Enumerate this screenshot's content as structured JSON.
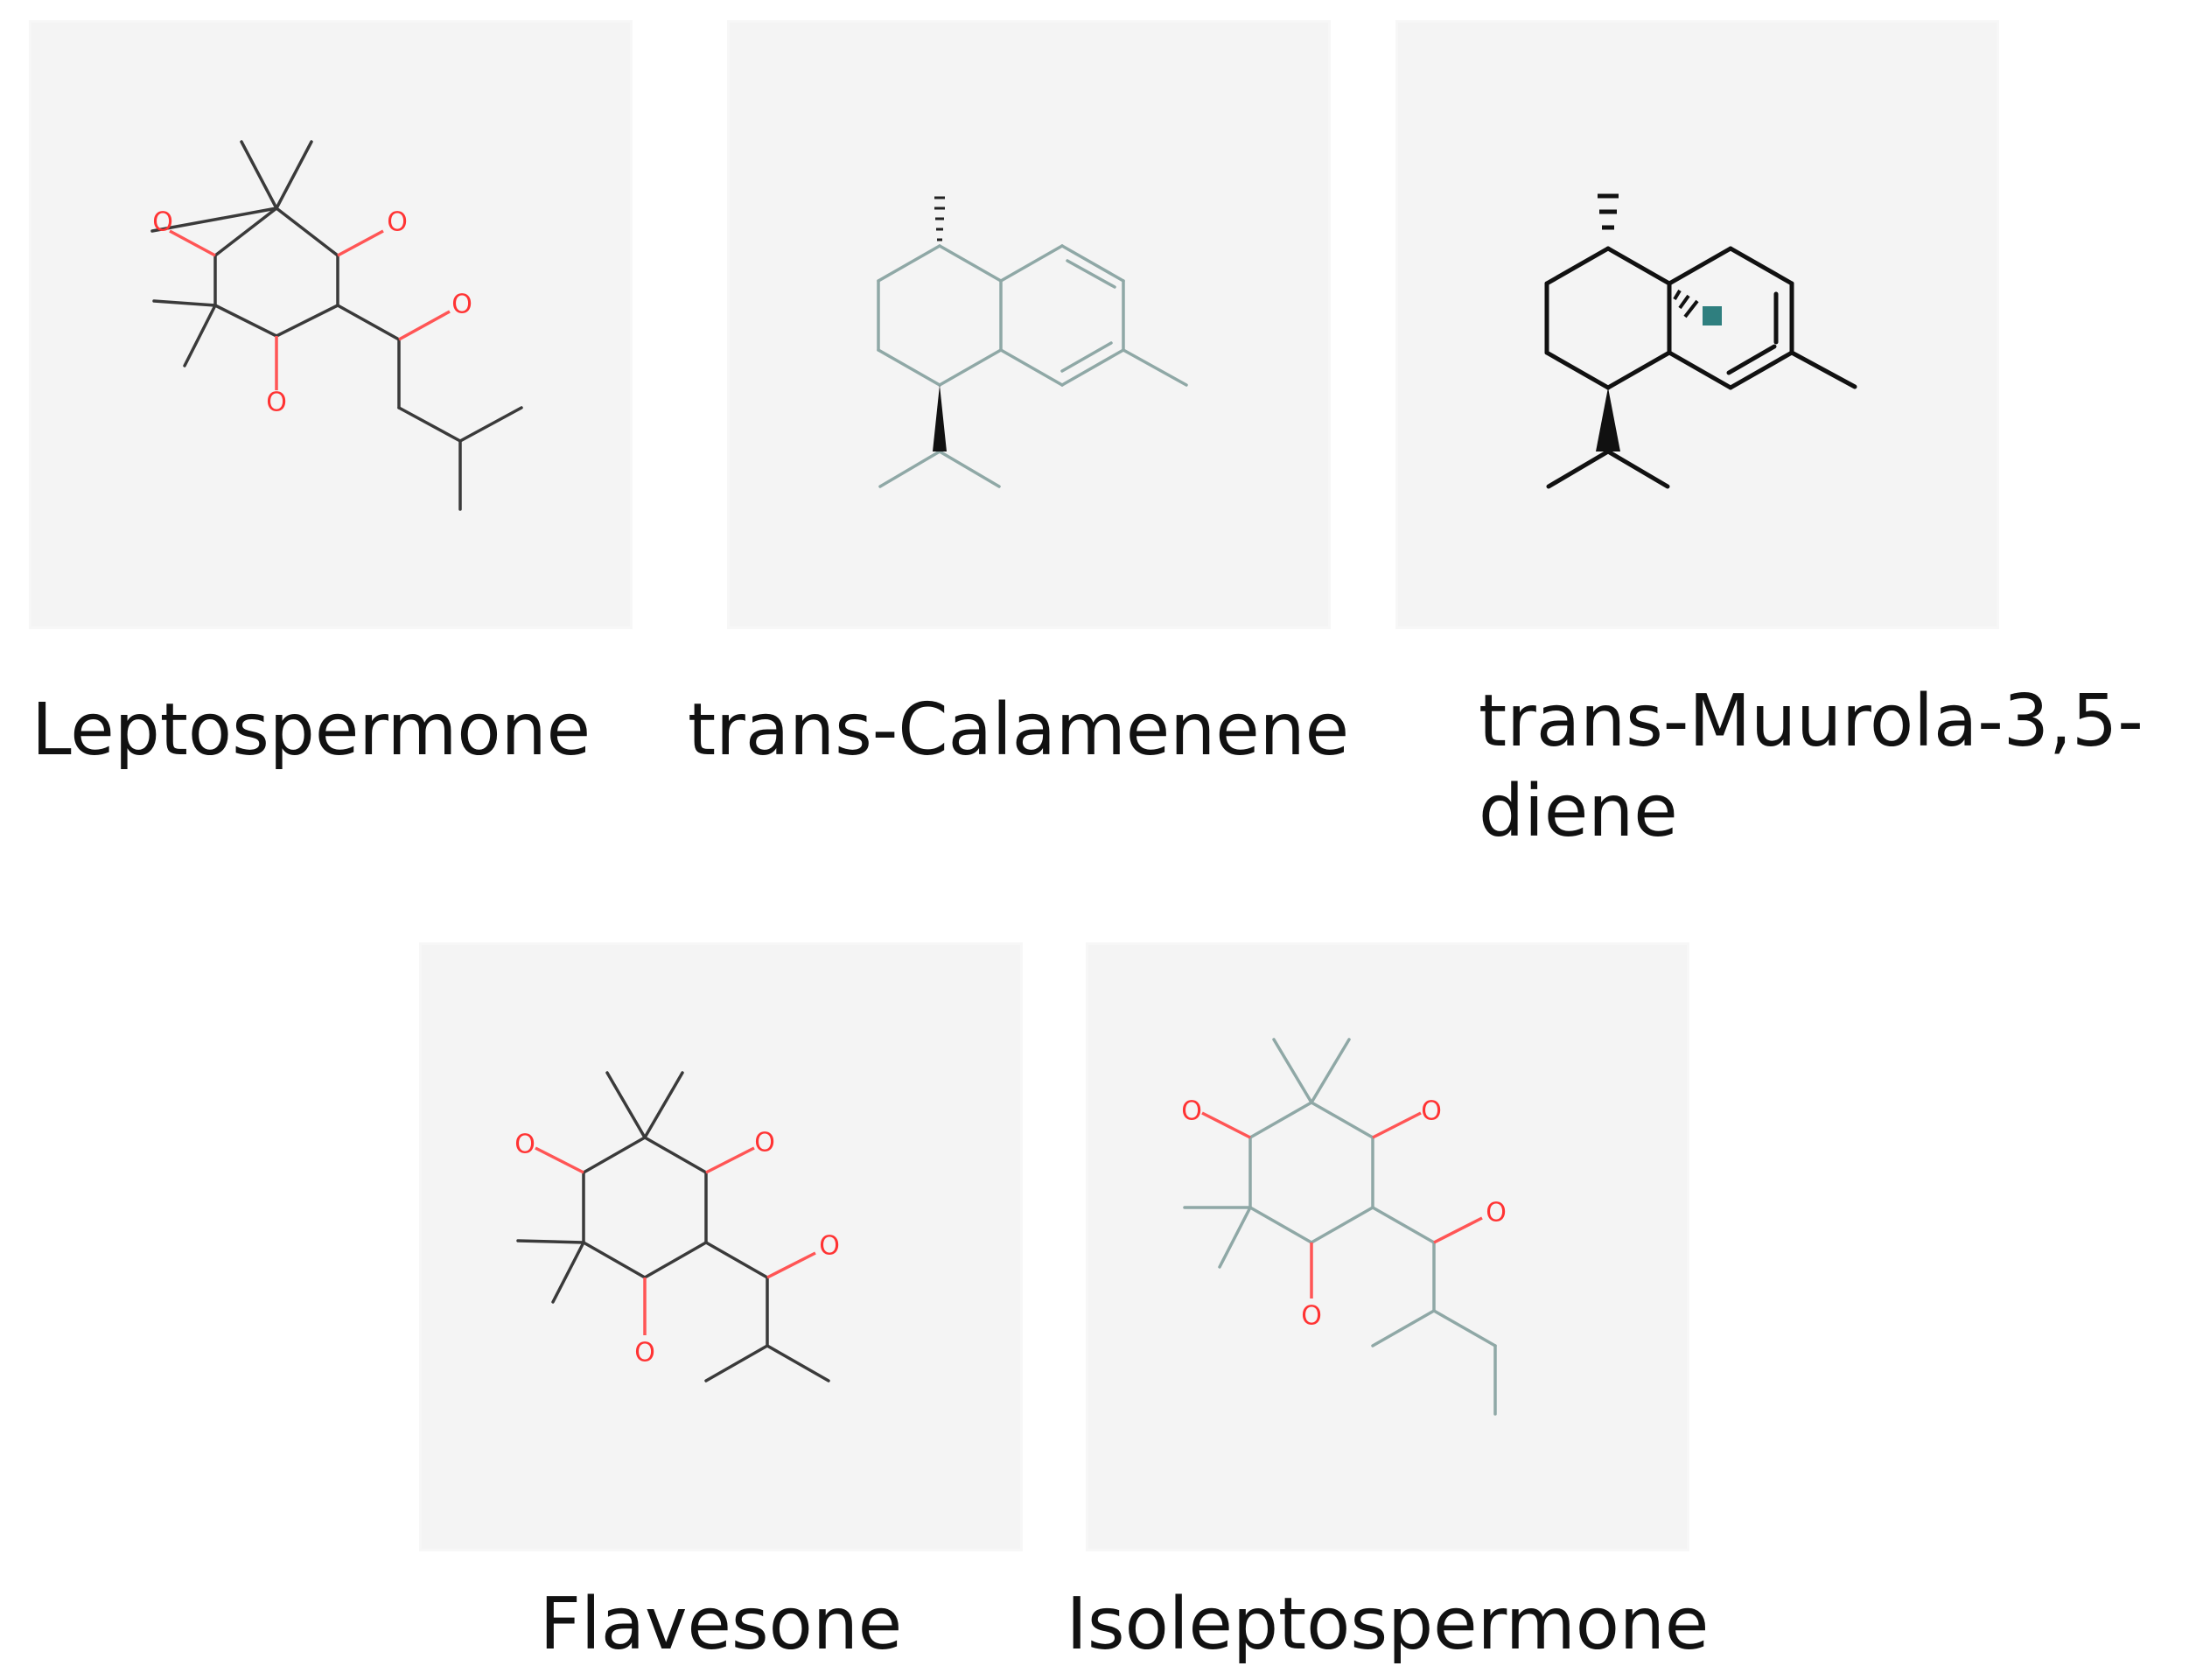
{
  "compounds": [
    {
      "name": "Leptospermone",
      "bond_color": "#3a3a3a",
      "atom_label": "O",
      "atom_color": "#ff3333"
    },
    {
      "name": "trans-Calamenene",
      "bond_color": "#8fa8a6"
    },
    {
      "name_line1": "trans-Muurola-3,5-",
      "name_line2": "diene",
      "bond_color": "#111111",
      "highlight_color": "#2f7f7f"
    },
    {
      "name": "Flavesone",
      "bond_color": "#3a3a3a",
      "atom_label": "O",
      "atom_color": "#ff3333"
    },
    {
      "name": "Isoleptospermone",
      "bond_color": "#8fa8a6",
      "atom_label": "O",
      "atom_color": "#ff3333"
    }
  ]
}
